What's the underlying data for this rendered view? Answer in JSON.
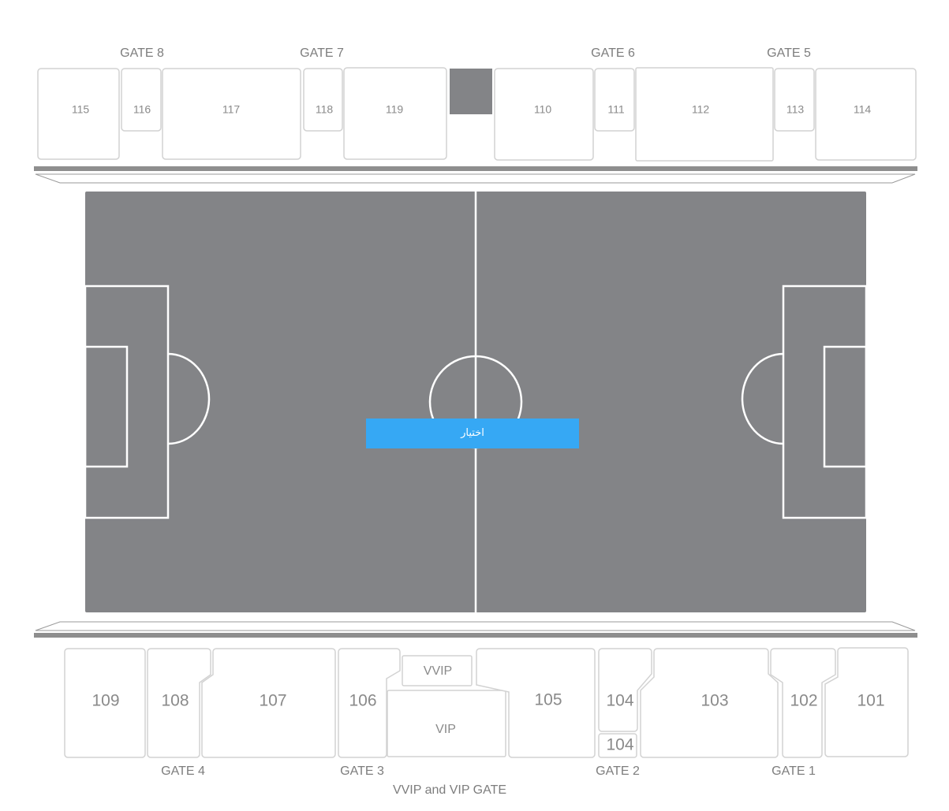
{
  "colors": {
    "pitch": "#838487",
    "pitch_lines": "#ffffff",
    "seat_fill": "#ffffff",
    "seat_stroke": "#d2d2d2",
    "label": "#8a8a8a",
    "bar": "#8e8e8e",
    "button": "#36a8f4",
    "button_text": "#ffffff"
  },
  "select_button": {
    "label": "اختيار"
  },
  "top_gates": [
    "GATE 8",
    "GATE 7",
    "GATE 6",
    "GATE 5"
  ],
  "bottom_gates": [
    "GATE 4",
    "GATE 3",
    "GATE 2",
    "GATE 1"
  ],
  "main_gate": "VVIP and VIP GATE",
  "top_sections": [
    "115",
    "116",
    "117",
    "118",
    "119",
    "110",
    "111",
    "112",
    "113",
    "114"
  ],
  "bottom_sections": [
    "109",
    "108",
    "107",
    "106",
    "VVIP",
    "VIP",
    "105",
    "104",
    "104",
    "103",
    "102",
    "101"
  ],
  "blocked_section_icon": "dark-square"
}
